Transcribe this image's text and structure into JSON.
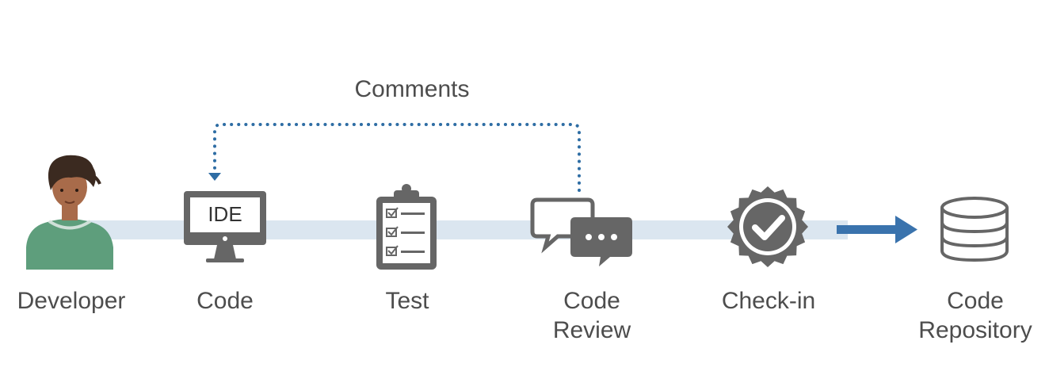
{
  "feedback": {
    "label": "Comments"
  },
  "steps": [
    {
      "label": "Developer",
      "icon": "developer-avatar-icon"
    },
    {
      "label": "Code",
      "icon": "ide-monitor-icon",
      "icon_text": "IDE"
    },
    {
      "label": "Test",
      "icon": "clipboard-checklist-icon"
    },
    {
      "label_line1": "Code",
      "label_line2": "Review",
      "icon": "chat-bubbles-icon"
    },
    {
      "label": "Check-in",
      "icon": "checkmark-badge-icon"
    },
    {
      "label_line1": "Code",
      "label_line2": "Repository",
      "icon": "database-icon"
    }
  ],
  "colors": {
    "track": "#dbe6f0",
    "icon_gray": "#666666",
    "feedback_dots": "#2e6da4",
    "arrow": "#3a73ad",
    "shirt": "#5e9e7c",
    "skin": "#a86b4a",
    "hair": "#3b2a20"
  }
}
